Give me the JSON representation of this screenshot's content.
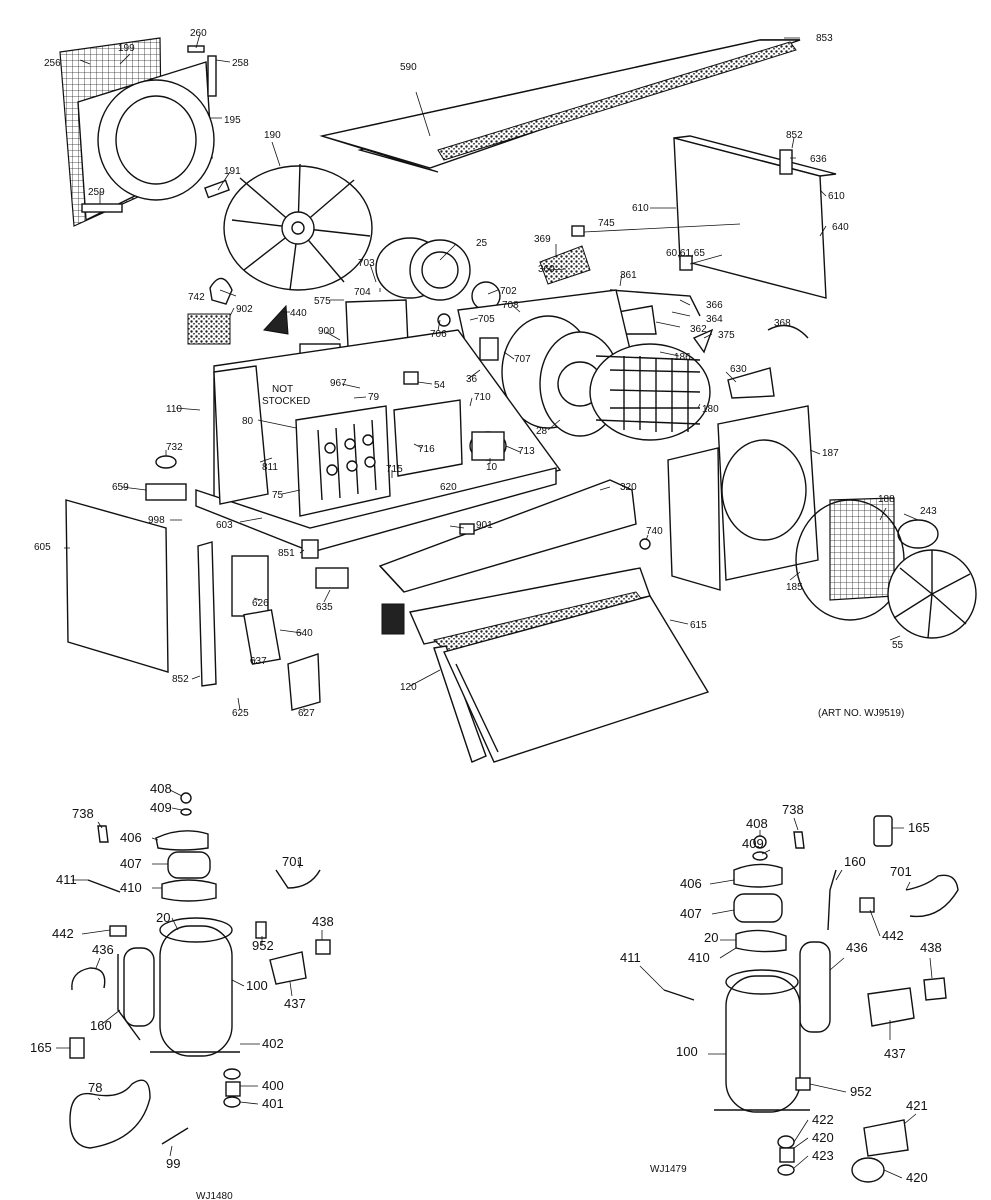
{
  "art_no_main": "(ART NO. WJ9519)",
  "art_no_right": "WJ1479",
  "art_no_left": "WJ1480",
  "not_stocked": [
    "NOT",
    "STOCKED"
  ],
  "labels": [
    "590",
    "853",
    "260",
    "199",
    "256",
    "258",
    "195",
    "190",
    "191",
    "259",
    "852",
    "636",
    "610",
    "610",
    "640",
    "60,61,65",
    "745",
    "369",
    "360",
    "361",
    "366",
    "364",
    "362",
    "375",
    "368",
    "25",
    "703",
    "704",
    "702",
    "706",
    "705",
    "708",
    "707",
    "36",
    "186",
    "742",
    "902",
    "440",
    "575",
    "900",
    "967",
    "79",
    "54",
    "710",
    "28",
    "180",
    "630",
    "110",
    "80",
    "811",
    "716",
    "10",
    "713",
    "715",
    "75",
    "620",
    "320",
    "187",
    "732",
    "659",
    "998",
    "603",
    "901",
    "740",
    "188",
    "243",
    "605",
    "851",
    "626",
    "635",
    "640",
    "615",
    "637",
    "852",
    "625",
    "627",
    "120",
    "185",
    "55"
  ],
  "left_labels": [
    "408",
    "409",
    "738",
    "406",
    "407",
    "410",
    "411",
    "442",
    "436",
    "20",
    "952",
    "701",
    "438",
    "437",
    "160",
    "100",
    "165",
    "402",
    "400",
    "401",
    "78",
    "99"
  ],
  "right_labels": [
    "408",
    "738",
    "409",
    "165",
    "160",
    "406",
    "701",
    "407",
    "442",
    "20",
    "436",
    "410",
    "411",
    "438",
    "437",
    "100",
    "952",
    "421",
    "422",
    "420",
    "423",
    "420"
  ]
}
